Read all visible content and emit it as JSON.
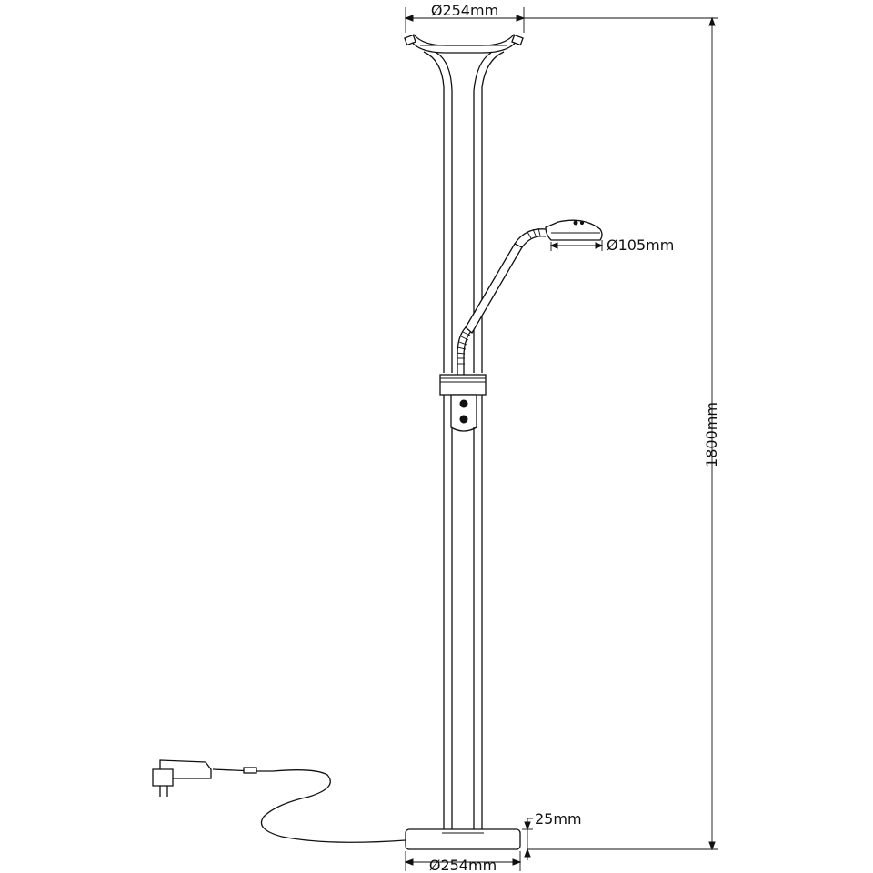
{
  "dimensions": {
    "top_diameter": "Ø254mm",
    "reading_lamp_diameter": "Ø105mm",
    "height": "1800mm",
    "base_thickness": "25mm",
    "base_diameter": "Ø254mm"
  },
  "colors": {
    "line": "#111111",
    "background": "#ffffff"
  }
}
